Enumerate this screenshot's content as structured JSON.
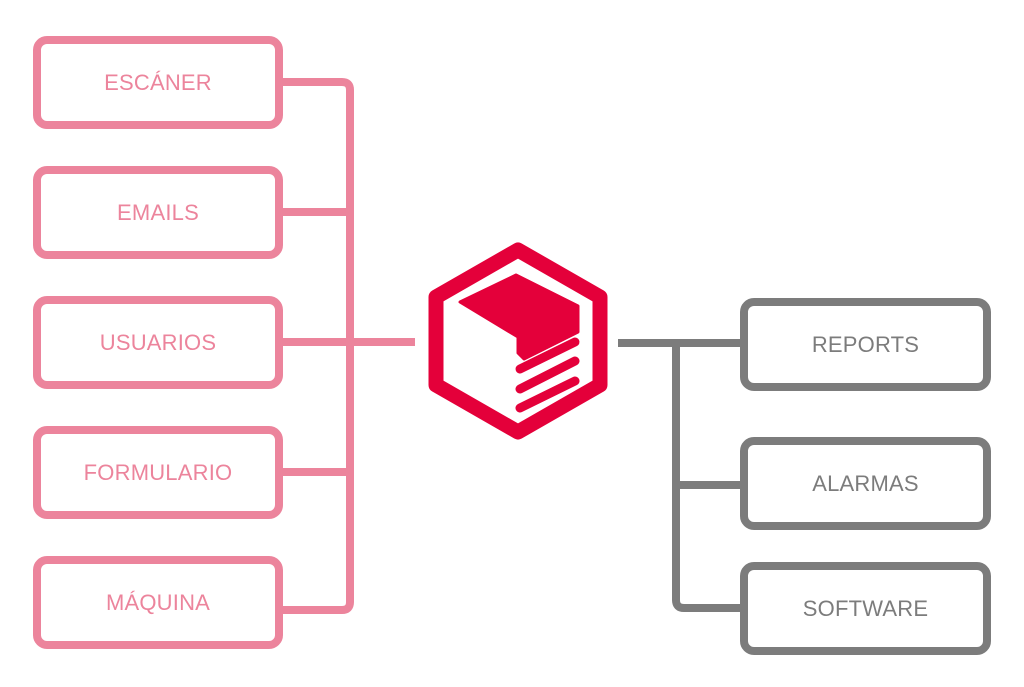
{
  "colors": {
    "input": "#ec849c",
    "output": "#7c7c7c",
    "logo": "#e4003a"
  },
  "inputs": [
    "ESCÁNER",
    "EMAILS",
    "USUARIOS",
    "FORMULARIO",
    "MÁQUINA"
  ],
  "outputs": [
    "REPORTS",
    "ALARMAS",
    "SOFTWARE"
  ],
  "center_icon": "hexagon-cube-logo-icon"
}
